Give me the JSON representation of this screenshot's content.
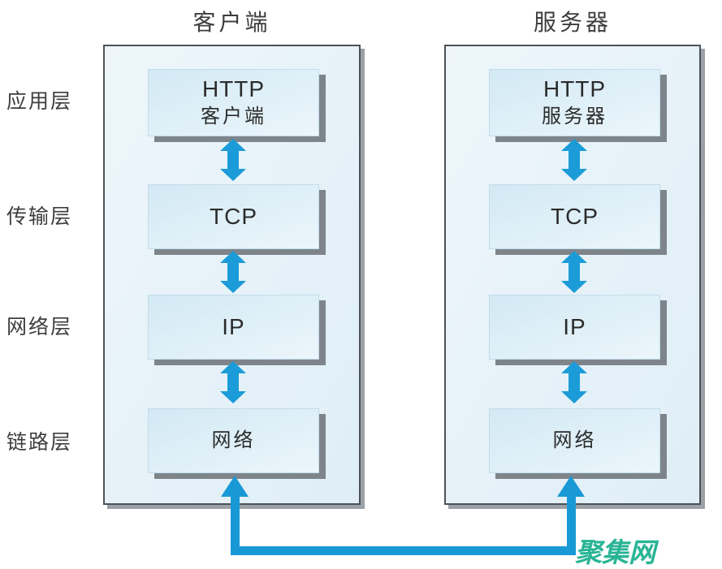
{
  "titles": {
    "client": "客户端",
    "server": "服务器"
  },
  "layers": [
    "应用层",
    "传输层",
    "网络层",
    "链路层"
  ],
  "stacks": {
    "client": [
      [
        "HTTP",
        "客户端"
      ],
      [
        "TCP"
      ],
      [
        "IP"
      ],
      [
        "网络"
      ]
    ],
    "server": [
      [
        "HTTP",
        "服务器"
      ],
      [
        "TCP"
      ],
      [
        "IP"
      ],
      [
        "网络"
      ]
    ]
  },
  "watermark": "聚集网",
  "colors": {
    "arrow-blue": "#1b9cd8",
    "connector-blue": "#1899d6",
    "panel-fill-1": "#eef6fb",
    "panel-fill-2": "#dfeef6",
    "panel-border": "#4c5257",
    "panel-shadow": "#9aa2a8",
    "box-fill-1": "#d3e9f4",
    "box-fill-2": "#ebf6fb",
    "box-shadow": "#7d858b",
    "text-dark": "#2b2b2b",
    "label-gray": "#3d3d3d",
    "watermark-green": "#28b495",
    "canvas-bg": "#ffffff"
  }
}
